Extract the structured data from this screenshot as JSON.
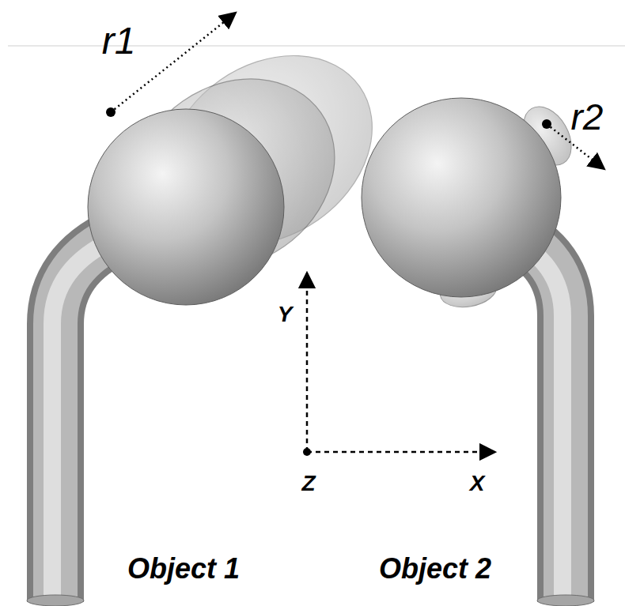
{
  "diagram": {
    "labels": [
      "r1",
      "r2",
      "Y",
      "Z",
      "X",
      "Object 1",
      "Object 2"
    ]
  }
}
